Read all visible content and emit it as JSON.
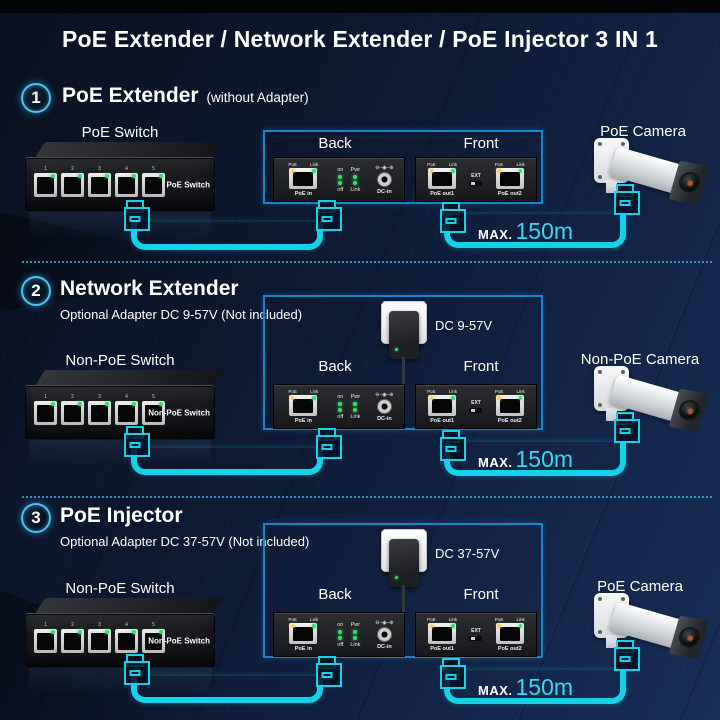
{
  "title": "PoE Extender / Network Extender / PoE Injector 3 IN 1",
  "colors": {
    "cable_cyan": "#14d2ea",
    "distance_cyan": "#35d8f5",
    "diagram_box_border": "#1486cc",
    "background_navy": "#0d1830"
  },
  "shared": {
    "max_label": "MAX.",
    "distance": "150m"
  },
  "device_panel": {
    "back_label": "Back",
    "front_label": "Front",
    "led_poe": "PoE",
    "led_link": "Link",
    "port_poe_in": "PoE in",
    "port_dc_in": "DC-in",
    "polarity": "⊖–◉–⊕",
    "led_on": "on",
    "led_off": "off",
    "led_pwr": "Pwr",
    "port_poe_out1": "PoE out1",
    "port_poe_out2": "PoE out2",
    "ext_switch": "EXT",
    "switch_port_numbers": [
      "1",
      "2",
      "3",
      "4",
      "5"
    ]
  },
  "sections": [
    {
      "number": "1",
      "heading": "PoE Extender",
      "note": "(without Adapter)",
      "subtitle": "",
      "switch_label": "PoE Switch",
      "switch_device_text": "PoE Switch",
      "adapter_label": "",
      "camera_label": "PoE Camera"
    },
    {
      "number": "2",
      "heading": "Network Extender",
      "note": "",
      "subtitle": "Optional Adapter DC 9-57V (Not included)",
      "switch_label": "Non-PoE Switch",
      "switch_device_text": "Non-PoE Switch",
      "adapter_label": "DC 9-57V",
      "camera_label": "Non-PoE Camera"
    },
    {
      "number": "3",
      "heading": "PoE Injector",
      "note": "",
      "subtitle": "Optional Adapter DC 37-57V (Not included)",
      "switch_label": "Non-PoE Switch",
      "switch_device_text": "Non-PoE Switch",
      "adapter_label": "DC 37-57V",
      "camera_label": "PoE Camera"
    }
  ]
}
